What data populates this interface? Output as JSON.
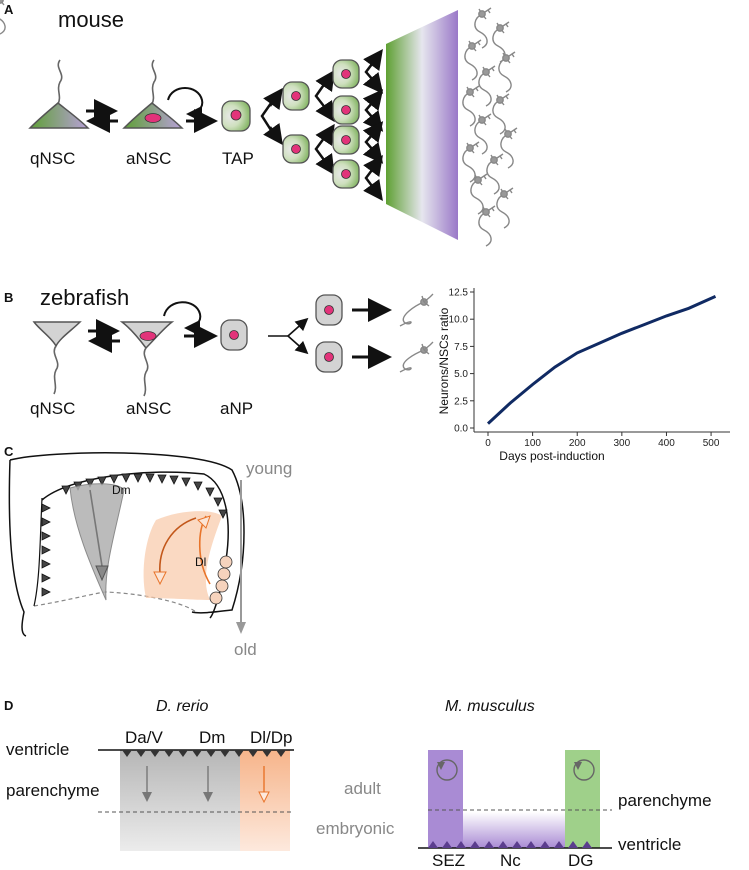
{
  "panels": {
    "a": "A",
    "b": "B",
    "c": "C",
    "d": "D"
  },
  "panel_a": {
    "species": "mouse",
    "cells": [
      "qNSC",
      "aNSC",
      "TAP"
    ]
  },
  "panel_b": {
    "species": "zebrafish",
    "cells": [
      "qNSC",
      "aNSC",
      "aNP"
    ]
  },
  "panel_c": {
    "regions": [
      "Dm",
      "Dl"
    ],
    "gradient_top": "young",
    "gradient_bottom": "old"
  },
  "panel_d": {
    "left_title": "D. rerio",
    "right_title": "M. musculus",
    "left_regions": [
      "Da/V",
      "Dm",
      "Dl/Dp"
    ],
    "left_labels": {
      "top": "ventricle",
      "bottom": "parenchyme"
    },
    "middle_labels": {
      "top": "adult",
      "bottom": "embryonic"
    },
    "right_labels": {
      "top": "parenchyme",
      "bottom": "ventricle"
    },
    "right_regions": [
      "SEZ",
      "Nc",
      "DG"
    ]
  },
  "colors": {
    "green": "#6aaa3a",
    "purple": "#9b7bc6",
    "magenta": "#e2337a",
    "orange": "#f08a3c",
    "navy": "#102a63",
    "gray": "#9a9a9a"
  },
  "chart_data": {
    "type": "line",
    "xlabel": "Days post-induction",
    "ylabel": "Neurons/NSCs ratio",
    "xlim": [
      0,
      520
    ],
    "ylim": [
      0,
      12.5
    ],
    "x_ticks": [
      0,
      100,
      200,
      300,
      400,
      500
    ],
    "y_ticks": [
      "0.0",
      "2.5",
      "5.0",
      "7.5",
      "10.0",
      "12.5"
    ],
    "series": [
      {
        "x": [
          0,
          50,
          100,
          150,
          200,
          250,
          300,
          350,
          400,
          450,
          510
        ],
        "y": [
          0.4,
          2.3,
          4.0,
          5.6,
          6.9,
          7.8,
          8.7,
          9.5,
          10.3,
          11.0,
          12.1
        ]
      }
    ]
  }
}
